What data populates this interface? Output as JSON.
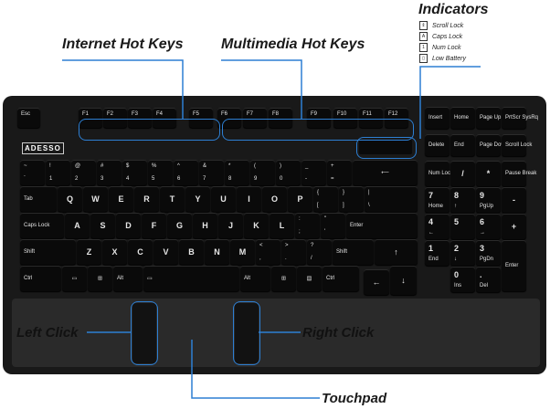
{
  "callouts": {
    "internet": "Internet Hot Keys",
    "multimedia": "Multimedia Hot Keys",
    "indicators": "Indicators",
    "left_click": "Left Click",
    "right_click": "Right Click",
    "touchpad": "Touchpad"
  },
  "indicators": [
    "Scroll Lock",
    "Caps Lock",
    "Num Lock",
    "Low Battery"
  ],
  "logo": "ADESSO",
  "keys": {
    "esc": "Esc",
    "f1": "F1",
    "f2": "F2",
    "f3": "F3",
    "f4": "F4",
    "f5": "F5",
    "f6": "F6",
    "f7": "F7",
    "f8": "F8",
    "f9": "F9",
    "f10": "F10",
    "f11": "F11",
    "f12": "F12",
    "insert": "Insert",
    "home": "Home",
    "pageup": "Page Up",
    "prtscr": "PrtScr SysRq",
    "delete": "Delete",
    "end": "End",
    "pagedown": "Page Down",
    "scrolllock": "Scroll Lock",
    "num": [
      "1",
      "2",
      "3",
      "4",
      "5",
      "6",
      "7",
      "8",
      "9",
      "0"
    ],
    "num_shift": [
      "!",
      "@",
      "#",
      "$",
      "%",
      "^",
      "&",
      "*",
      "(",
      ")"
    ],
    "minus": "-",
    "minus_shift": "_",
    "plus": "=",
    "plus_shift": "+",
    "tab": "Tab",
    "q": [
      "Q",
      "W",
      "E",
      "R",
      "T",
      "Y",
      "U",
      "I",
      "O",
      "P"
    ],
    "bracket_l": "[",
    "bracket_l_shift": "{",
    "bracket_r": "]",
    "bracket_r_shift": "}",
    "backslash": "\\",
    "backslash_shift": "|",
    "capslock": "Caps Lock",
    "a": [
      "A",
      "S",
      "D",
      "F",
      "G",
      "H",
      "J",
      "K",
      "L"
    ],
    "semicolon": ";",
    "semicolon_shift": ":",
    "quote": "'",
    "quote_shift": "\"",
    "enter": "Enter",
    "shift": "Shift",
    "z": [
      "Z",
      "X",
      "C",
      "V",
      "B",
      "N",
      "M"
    ],
    "comma": ",",
    "comma_shift": "<",
    "period": ".",
    "period_shift": ">",
    "slash": "/",
    "slash_shift": "?",
    "ctrl": "Ctrl",
    "alt": "Alt",
    "numlock": "Num Lock",
    "np_slash": "/",
    "np_star": "*",
    "pause": "Pause Break",
    "np7": "7",
    "np7s": "Home",
    "np8": "8",
    "np9": "9",
    "np9s": "PgUp",
    "np_minus": "-",
    "np4": "4",
    "np5": "5",
    "np6": "6",
    "np_plus": "+",
    "np1": "1",
    "np1s": "End",
    "np2": "2",
    "np3": "3",
    "np3s": "PgDn",
    "np_enter": "Enter",
    "np0": "0",
    "np0s": "Ins",
    "np_dot": ".",
    "np_dots": "Del"
  }
}
